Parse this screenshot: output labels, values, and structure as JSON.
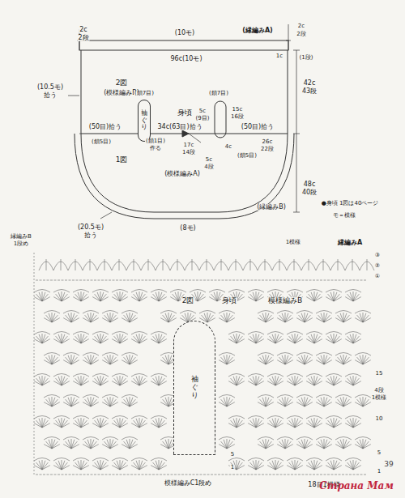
{
  "diagram": {
    "nodes": [
      {
        "text": [
          "袖ぐり"
        ]
      },
      {
        "text": [
          "袖ぐり"
        ]
      }
    ],
    "labels": [
      "2c",
      "2段",
      "(10モ)",
      "(縁編みA)",
      "2c",
      "2段",
      "1c",
      "(1段)",
      "96c(10モ)",
      "(10.5モ)",
      "拾う",
      "42c",
      "43段",
      "2図",
      "(模様編みB)",
      "(鎖7目)",
      "(鎖7目)",
      "身頃",
      "5c",
      "(9目)",
      "15c",
      "16段",
      "(50目)拾う",
      "34c(63目)拾う",
      "(50目)拾う",
      "(鎖5目)",
      "(鎖1目)",
      "作る",
      "17c",
      "14段",
      "5c",
      "4段",
      "4c",
      "(鎖5目)",
      "26c",
      "22段",
      "1図",
      "(模様編みA)",
      "48c",
      "40段",
      "(縁編みB)",
      "●身頃 1図は40ページ",
      "モ＝模様",
      "(20.5モ)",
      "拾う",
      "(8モ)",
      "縁編みB",
      "1段め",
      "1模様",
      "縁編みA",
      "③",
      "②",
      "①",
      "2図",
      "身頃",
      "模様編みB",
      "15",
      "4段",
      "1模様",
      "10",
      "5",
      "1",
      "5",
      "1",
      "模様編みC1段め",
      "18目1模様",
      "39",
      "Страна Мам"
    ]
  }
}
